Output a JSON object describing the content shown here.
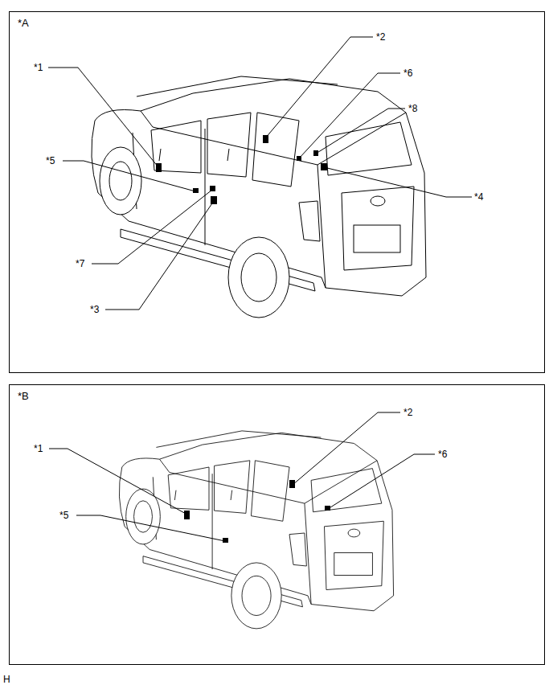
{
  "diagram": {
    "nodes": [
      {
        "text": [
          "*A"
        ]
      },
      {
        "text": [
          "*B"
        ]
      }
    ],
    "labels": [
      "*1",
      "*2",
      "*6",
      "*8",
      "*5",
      "*4",
      "*7",
      "*3",
      "*1",
      "*2",
      "*6",
      "*5",
      "H"
    ]
  }
}
